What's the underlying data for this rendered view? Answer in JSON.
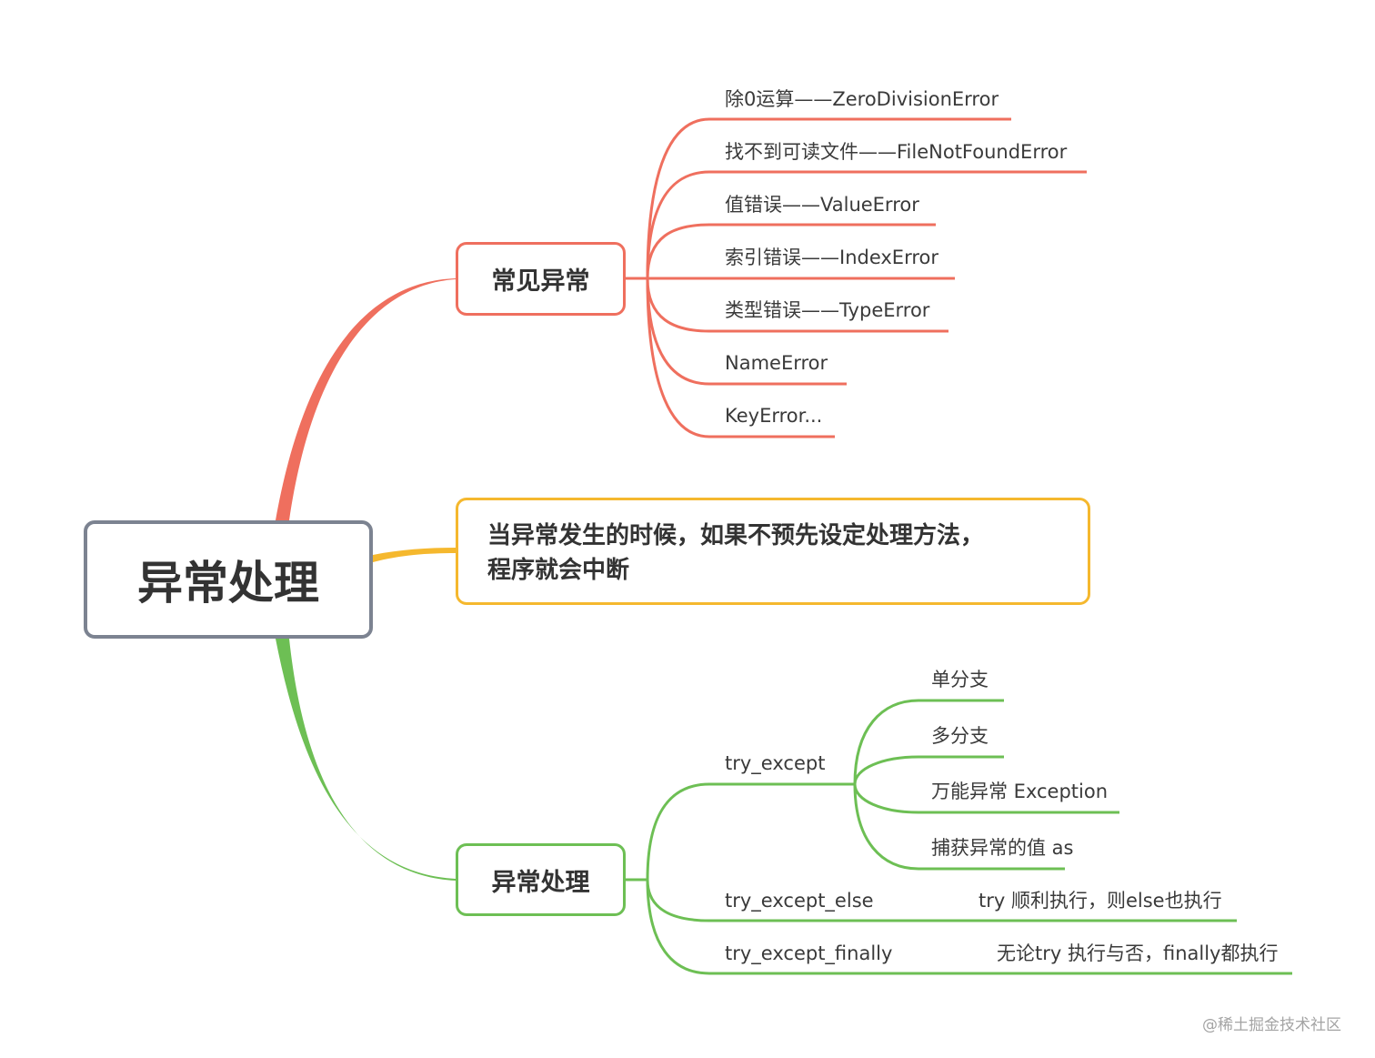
{
  "root": "异常处理",
  "common": {
    "title": "常见异常",
    "items": [
      "除0运算——ZeroDivisionError",
      "找不到可读文件——FileNotFoundError",
      "值错误——ValueError",
      "索引错误——IndexError",
      "类型错误——TypeError",
      "NameError",
      "KeyError..."
    ]
  },
  "note": "当异常发生的时候，如果不预先设定处理方法，\n程序就会中断",
  "handling": {
    "title": "异常处理",
    "try_except": {
      "label": "try_except",
      "children": [
        "单分支",
        "多分支",
        "万能异常 Exception",
        "捕获异常的值 as"
      ]
    },
    "try_except_else": {
      "label": "try_except_else",
      "desc": "try 顺利执行，则else也执行"
    },
    "try_except_finally": {
      "label": "try_except_finally",
      "desc": "无论try 执行与否，finally都执行"
    }
  },
  "watermark": "@稀土掘金技术社区",
  "colors": {
    "root_border": "#7c8391",
    "common": "#ef6f5e",
    "note": "#f5b82e",
    "handling": "#6dbf54"
  }
}
